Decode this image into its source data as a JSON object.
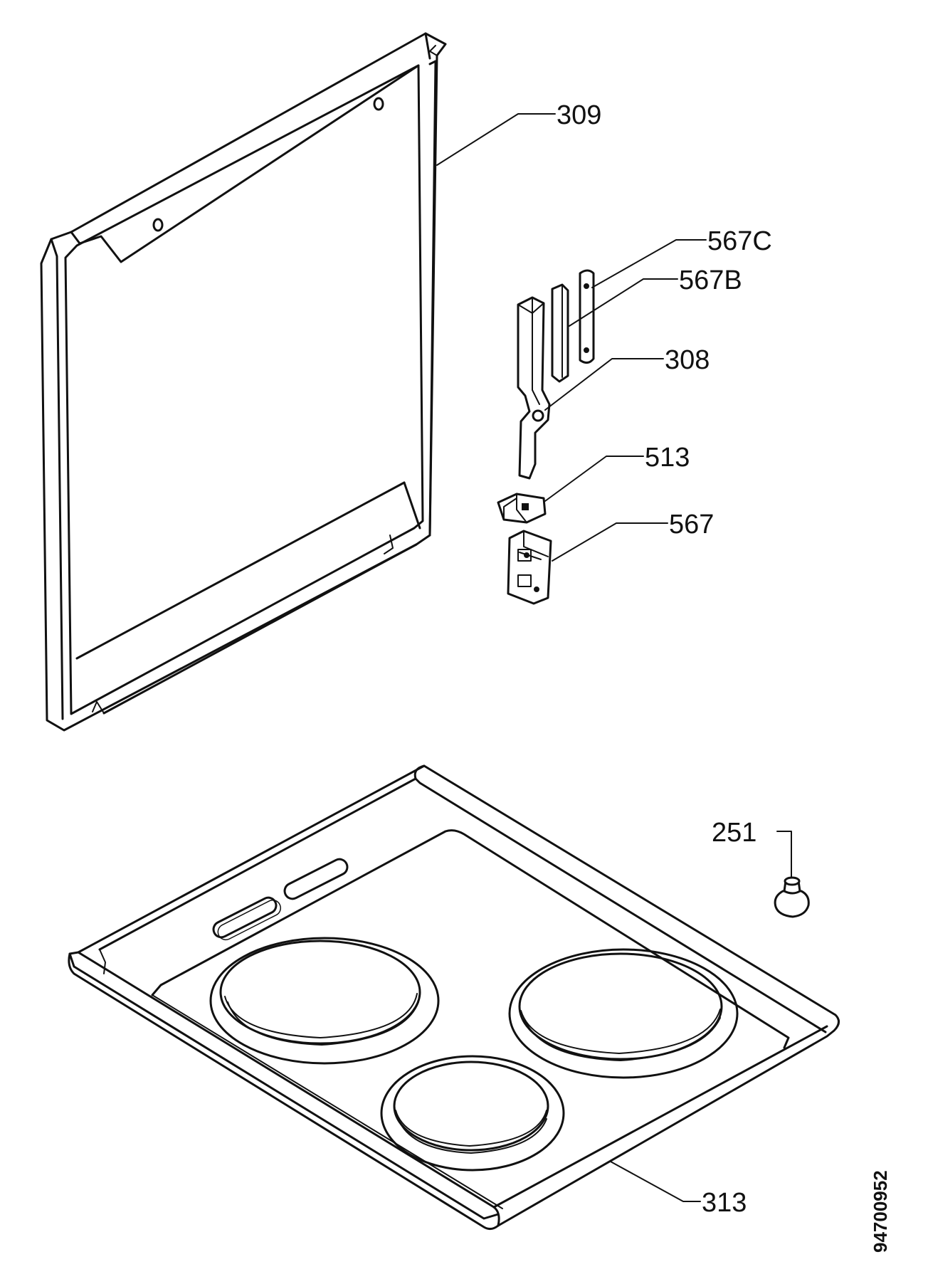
{
  "labels": {
    "p309": "309",
    "p567c": "567C",
    "p567b": "567B",
    "p308": "308",
    "p513": "513",
    "p567": "567",
    "p251": "251",
    "p313": "313"
  },
  "drawing_code": "94700952"
}
